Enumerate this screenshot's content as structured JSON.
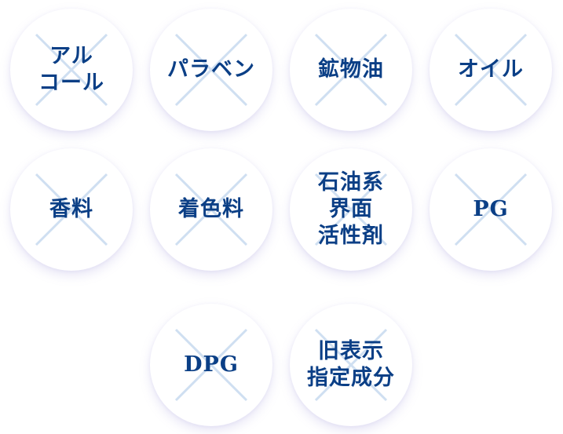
{
  "colors": {
    "text": "#0b3f86",
    "cross": "#cfdff1",
    "shadow": "#968cd7",
    "background": "#ffffff"
  },
  "icon": "x-cross-icon",
  "badges": [
    {
      "label": "アル\nコール"
    },
    {
      "label": "パラベン"
    },
    {
      "label": "鉱物油"
    },
    {
      "label": "オイル"
    },
    {
      "label": "香料"
    },
    {
      "label": "着色料"
    },
    {
      "label": "石油系\n界面\n活性剤"
    },
    {
      "label": "PG"
    },
    {
      "label": "DPG"
    },
    {
      "label": "旧表示\n指定成分"
    }
  ]
}
